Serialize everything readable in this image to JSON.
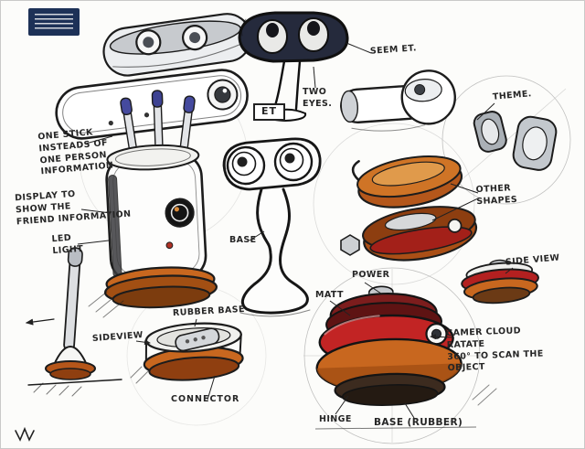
{
  "page": {
    "title": "ET camera concept sketch sheet",
    "background": "#fcfcfa",
    "palette": {
      "ink": "#1c1c1c",
      "marker_orange": "#c8671f",
      "marker_orange_dark": "#8f3f10",
      "marker_red": "#c22424",
      "marker_maroon": "#7c1d1d",
      "marker_gray": "#c6c9cd",
      "stamp_navy": "#1d3157",
      "brush_blue": "#454a9e"
    }
  },
  "annotations": {
    "seem_et": {
      "text": "SEEM ET."
    },
    "two_eyes": {
      "text": "TWO\nEYES."
    },
    "et_label": {
      "text": "ET"
    },
    "theme": {
      "text": "THEME."
    },
    "other_shapes": {
      "text": "OTHER\nSHAPES"
    },
    "one_stick": {
      "text": "ONE STICK\nINSTEADS OF\nONE PERSON\nINFORMATION"
    },
    "display_info": {
      "text": "DISPLAY TO\nSHOW THE\nFRIEND INFORMATION"
    },
    "led_light": {
      "text": "LED\nLIGHT"
    },
    "base": {
      "text": "BASE"
    },
    "power": {
      "text": "POWER"
    },
    "matt": {
      "text": "MATT"
    },
    "rubber_base": {
      "text": "RUBBER BASE"
    },
    "sideview_left": {
      "text": "SIDEVIEW"
    },
    "side_view_right": {
      "text": "SIDE VIEW"
    },
    "connector": {
      "text": "CONNECTOR"
    },
    "hinge": {
      "text": "HINGE"
    },
    "base_rubber": {
      "text": "BASE (RUBBER)"
    },
    "camera_note": {
      "text": "CAMER CLOUD RATATE\n360° TO SCAN THE\nOBJECT"
    }
  }
}
